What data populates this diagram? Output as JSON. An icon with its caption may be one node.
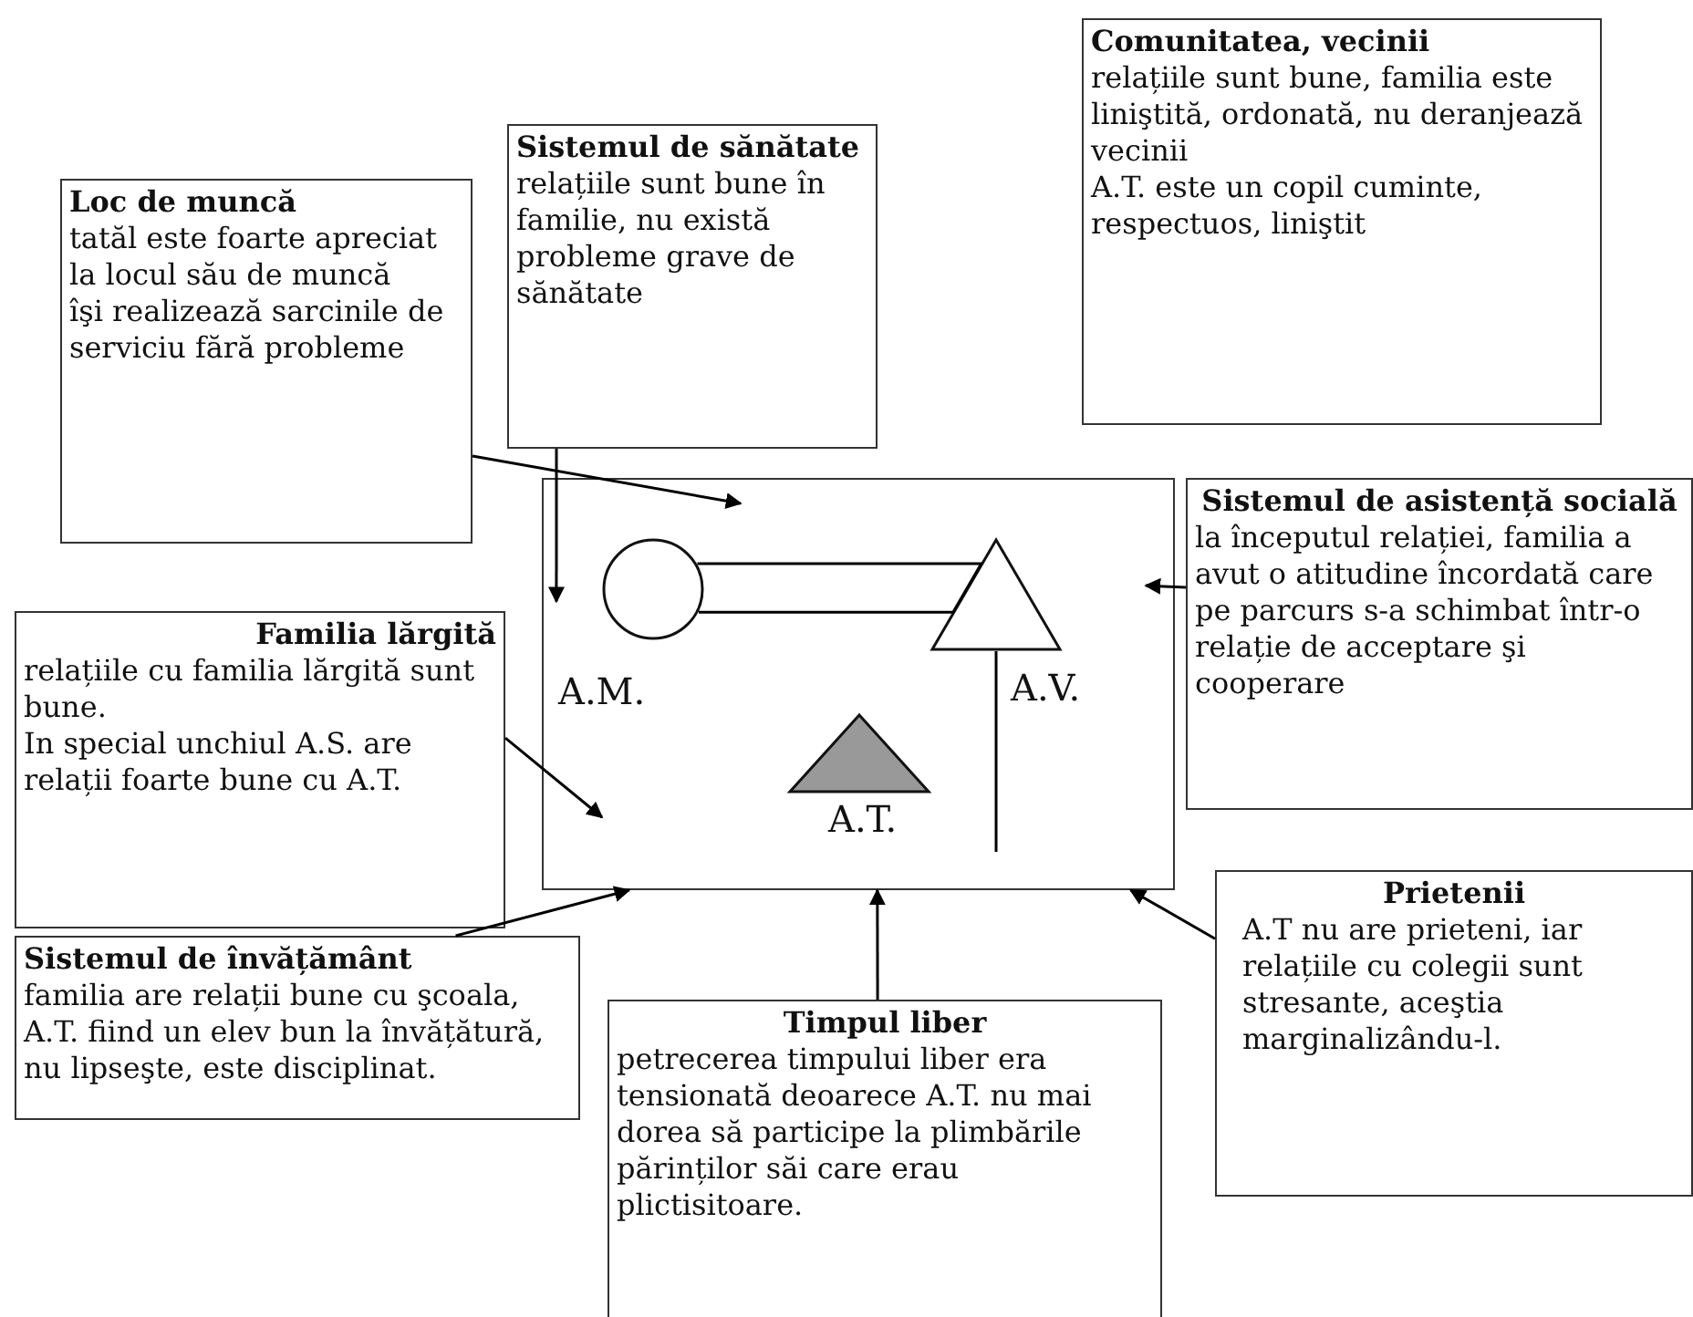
{
  "diagram": {
    "nodes": [
      {
        "text": [
          "Loc de muncă",
          "tatăl este foarte apreciat la locul său de muncă",
          "îşi realizează sarcinile de serviciu fără probleme"
        ]
      },
      {
        "text": [
          "Sistemul de sănătate",
          "relațiile sunt bune în familie, nu există probleme grave de sănătate"
        ]
      },
      {
        "text": [
          "Comunitatea, vecinii",
          "relațiile sunt bune, familia este liniştită, ordonată, nu deranjează vecinii",
          "A.T. este un copil cuminte, respectuos, liniştit"
        ]
      },
      {
        "text": [],
        "shape": "box"
      },
      {
        "text": [],
        "shape": "circle",
        "in": 3,
        "beside": [
          "A.M."
        ]
      },
      {
        "text": [],
        "shape": "triangle",
        "in": 3,
        "beside": [
          "A.V."
        ]
      },
      {
        "text": [],
        "shape": "triangle",
        "in": 3,
        "beside": [
          "A.T."
        ]
      },
      {
        "text": [
          "Sistemul de asistență socială",
          "la începutul relației, familia a avut o atitudine încordată care pe parcurs s-a schimbat într-o relație de acceptare şi cooperare"
        ]
      },
      {
        "text": [
          "Familia lărgită",
          "relațiile cu familia lărgită sunt bune.",
          "In special unchiul A.S. are relații foarte bune cu A.T."
        ]
      },
      {
        "text": [
          "Sistemul de învățământ",
          "familia are relații bune cu şcoala, A.T. fiind un elev bun la învățătură, nu lipseşte, este disciplinat."
        ]
      },
      {
        "text": [
          "Timpul liber",
          "petrecerea timpului liber era tensionată deoarece A.T. nu mai dorea să participe la plimbările părinților săi care erau plictisitoare."
        ]
      },
      {
        "text": [
          "Prietenii",
          "A.T nu are prieteni, iar relațiile cu colegii sunt stresante, aceştia marginalizându-l."
        ]
      }
    ],
    "edges": [
      {
        "from": 0,
        "to": 3,
        "arrow": "to"
      },
      {
        "from": 1,
        "to": 3,
        "arrow": "to"
      },
      {
        "from": 7,
        "to": 3,
        "arrow": "to"
      },
      {
        "from": 8,
        "to": 3,
        "arrow": "to"
      },
      {
        "from": 9,
        "to": 3,
        "arrow": "to"
      },
      {
        "from": 10,
        "to": 3,
        "arrow": "to"
      },
      {
        "from": 11,
        "to": 3,
        "arrow": "to"
      },
      {
        "from": 4,
        "to": 5,
        "arrow": "none"
      },
      {
        "from": 5,
        "to": null,
        "arrow": "none"
      }
    ]
  }
}
